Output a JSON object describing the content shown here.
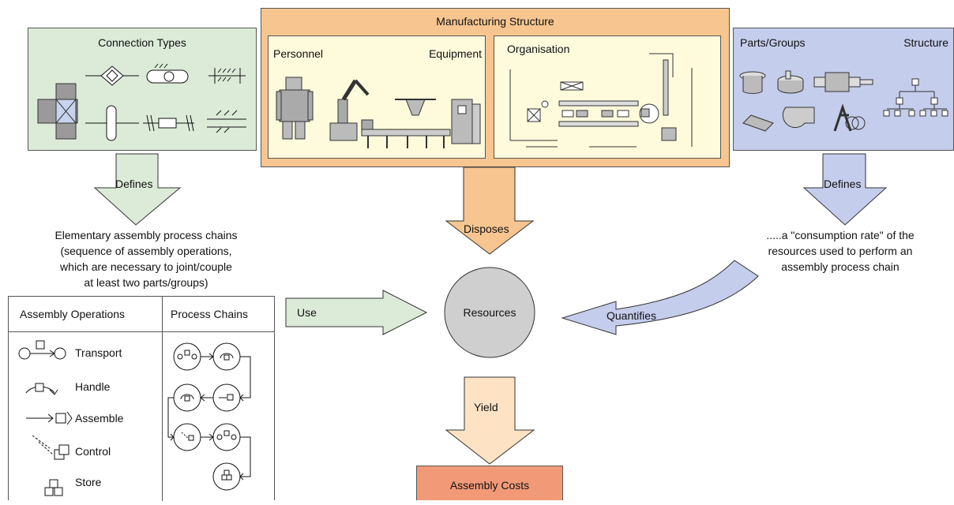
{
  "connection_types": {
    "title": "Connection Types"
  },
  "manufacturing": {
    "title": "Manufacturing Structure",
    "personnel": "Personnel",
    "equipment": "Equipment",
    "organisation": "Organisation"
  },
  "parts": {
    "title": "Parts/Groups",
    "structure": "Structure"
  },
  "arrows": {
    "defines_left": "Defines",
    "defines_right": "Defines",
    "disposes": "Disposes",
    "use": "Use",
    "quantifies": "Quantifies",
    "yield": "Yield"
  },
  "left_text": [
    "Elementary assembly process chains",
    "(sequence of assembly operations,",
    "which are necessary to joint/couple",
    "at least two parts/groups)"
  ],
  "right_text": [
    ".....a \"consumption rate\" of the",
    "resources used to perform an",
    "assembly process chain"
  ],
  "table": {
    "col1": "Assembly Operations",
    "col2": "Process Chains",
    "ops": [
      "Transport",
      "Handle",
      "Assemble",
      "Control",
      "Store"
    ]
  },
  "center": {
    "resources": "Resources",
    "costs": "Assembly Costs"
  },
  "colors": {
    "green": "#dcebd8",
    "orange": "#f7c58f",
    "blue": "#c5cdec",
    "light_orange": "#fde2c4",
    "costs": "#f29a78",
    "circle": "#cfcfcf",
    "inner_yellow": "#fefbdc"
  }
}
